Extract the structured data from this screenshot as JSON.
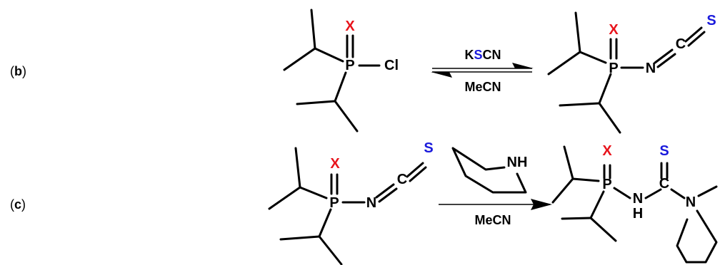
{
  "colors": {
    "x": "#e8141c",
    "s": "#1a1adc",
    "bond": "#000000"
  },
  "panel_b": {
    "label_open": "(",
    "label_letter": "b",
    "label_close": ")",
    "reactant": {
      "x": "X",
      "p": "P",
      "cl": "Cl"
    },
    "reagent_above_prefix": "K",
    "reagent_above_s": "S",
    "reagent_above_suffix": "CN",
    "reagent_below": "MeCN",
    "product": {
      "x": "X",
      "p": "P",
      "n": "N",
      "c": "C",
      "s": "S"
    }
  },
  "panel_c": {
    "label_open": "(",
    "label_letter": "c",
    "label_close": ")",
    "reactant": {
      "x": "X",
      "p": "P",
      "n": "N",
      "c": "C",
      "s": "S"
    },
    "amine": {
      "nh": "NH"
    },
    "reagent_below": "MeCN",
    "product": {
      "x": "X",
      "p": "P",
      "nh_n": "N",
      "nh_h": "H",
      "c": "C",
      "s": "S",
      "n": "N"
    }
  }
}
